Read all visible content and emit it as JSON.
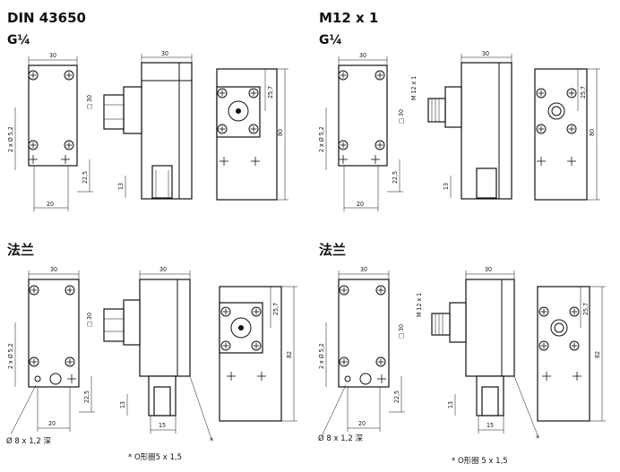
{
  "headings": {
    "din": "DIN 43650",
    "din_thread": "G¼",
    "m12": "M12 x 1",
    "m12_thread": "G¼",
    "flange_left": "法兰",
    "flange_right": "法兰"
  },
  "dims": {
    "w30": "30",
    "w20": "20",
    "w15": "15",
    "h22_5": "22,5",
    "h13": "13",
    "h25_7": "25,7",
    "h80": "80",
    "h82": "82",
    "sq30": "□ 30",
    "holes": "2 x Ø 5,2",
    "m12_label": "M 12 x 1"
  },
  "notes": {
    "seal_depth": "Ø 8 x 1,2  深",
    "oring": "* O形圈5 x 1,5",
    "oring_right": "* O形圈 5 x 1,5",
    "asterisk": "*"
  },
  "colors": {
    "line": "#111111",
    "background": "#ffffff"
  }
}
